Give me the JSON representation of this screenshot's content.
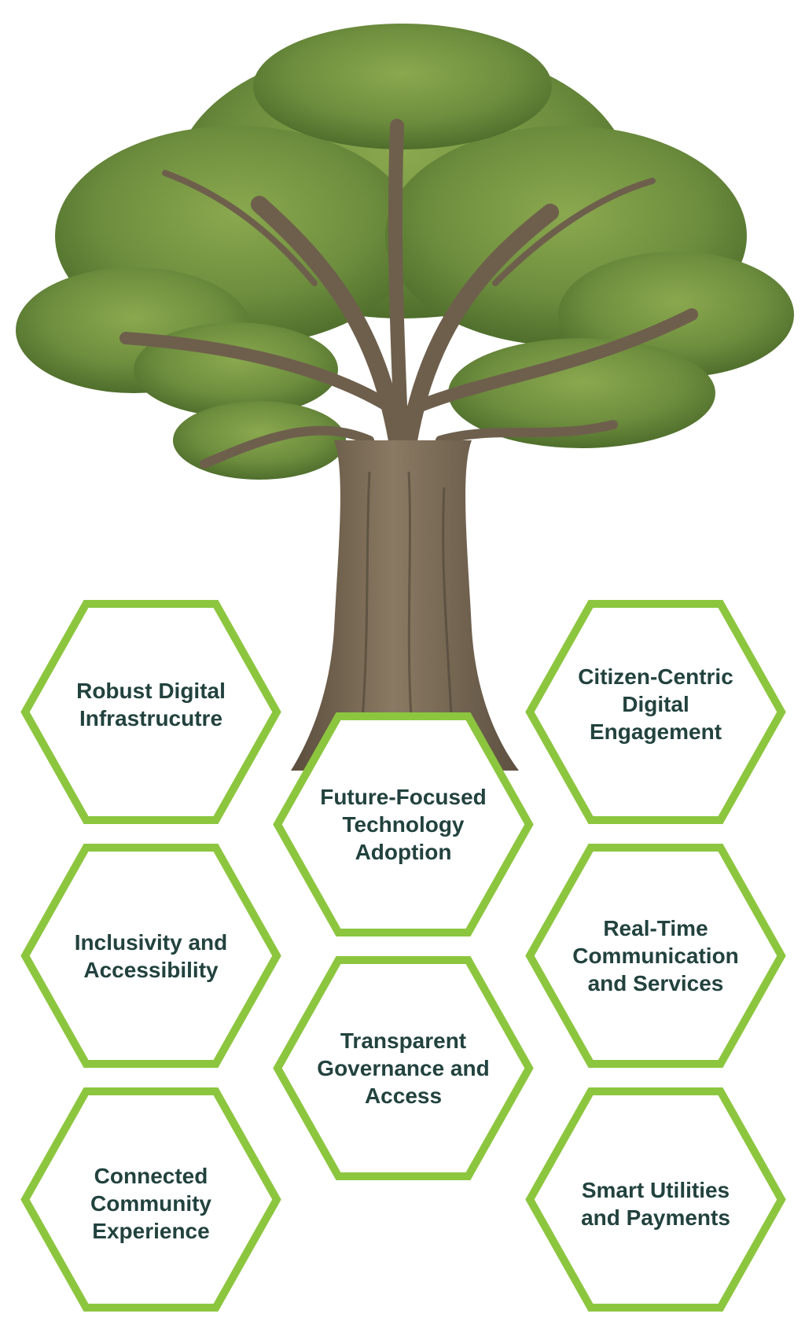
{
  "diagram": {
    "image": {
      "subject": "tree",
      "foliage_color": "#6f8f3f",
      "trunk_color": "#7a6a55"
    },
    "hexagon_outline_color": "#8cc63f",
    "label_color": "#22423e",
    "pillars": [
      {
        "label": "Robust Digital\nInfrastrucutre"
      },
      {
        "label": "Future-Focused\nTechnology\nAdoption"
      },
      {
        "label": "Citizen-Centric\nDigital Engagement"
      },
      {
        "label": "Inclusivity and\nAccessibility"
      },
      {
        "label": "Transparent\nGovernance and\nAccess"
      },
      {
        "label": "Real-Time\nCommunication\nand Services"
      },
      {
        "label": "Connected\nCommunity\nExperience"
      },
      {
        "label": "Smart Utilities\nand Payments"
      }
    ]
  }
}
